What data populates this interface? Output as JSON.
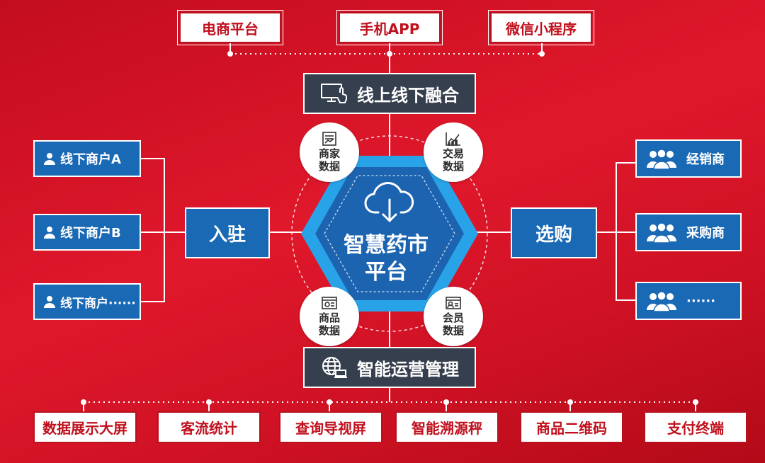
{
  "top_channels": [
    "电商平台",
    "手机APP",
    "微信小程序"
  ],
  "online_offline": "线上线下融合",
  "operation": "智能运营管理",
  "center_title": [
    "智慧药市",
    "平台"
  ],
  "data_circles": {
    "merchant": [
      "商家",
      "数据"
    ],
    "trade": [
      "交易",
      "数据"
    ],
    "product": [
      "商品",
      "数据"
    ],
    "member": [
      "会员",
      "数据"
    ]
  },
  "left": {
    "hub": "入驻",
    "merchants": [
      "线下商户A",
      "线下商户B",
      "线下商户······"
    ]
  },
  "right": {
    "hub": "选购",
    "buyers": [
      "经销商",
      "采购商",
      "······"
    ]
  },
  "bottom_items": [
    "数据展示大屏",
    "客流统计",
    "查询导视屏",
    "智能溯源秤",
    "商品二维码",
    "支付终端"
  ],
  "colors": {
    "background": "#d8152a",
    "blue": "#1a69b5",
    "dark": "#363f4e",
    "hex_light": "#29a3e8"
  },
  "icons": {
    "online_offline": "computer-touch-icon",
    "operation": "globe-laptop-icon",
    "center": "cloud-download-icon",
    "merchant_data": "report-icon",
    "trade_data": "trend-chart-icon",
    "product_data": "product-card-icon",
    "member_data": "member-card-icon",
    "merchant": "user-icon",
    "buyer": "user-group-icon"
  }
}
